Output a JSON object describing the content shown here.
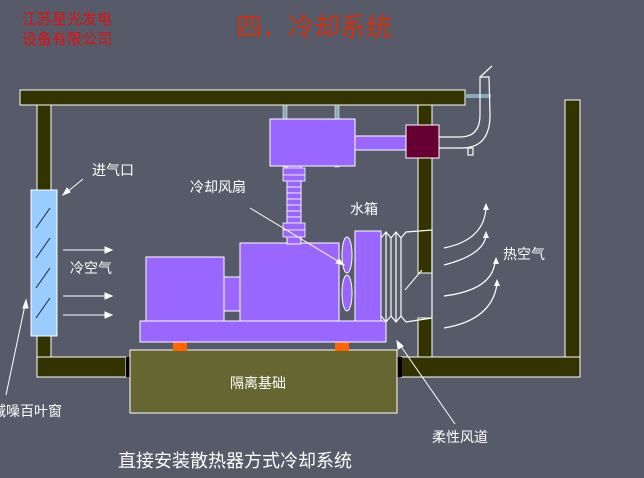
{
  "company": {
    "line1": "江苏星光发电",
    "line2": "设备有限公司"
  },
  "title": "四．冷却系统",
  "labels": {
    "air_inlet": "进气口",
    "cooling_fan": "冷却风扇",
    "water_tank": "水箱",
    "cold_air": "冷空气",
    "hot_air": "热空气",
    "isolation_foundation": "隔离基础",
    "flexible_duct": "柔性风道",
    "noise_louver": "减噪百叶窗"
  },
  "caption": "直接安装散热器方式冷却系统",
  "colors": {
    "background": "#575a68",
    "beam": "#333300",
    "equipment": "#9966ff",
    "foundation": "#666633",
    "louver": "#99ccff",
    "pads": "#ff6600",
    "silencer_joint": "#660033",
    "company_text": "#dd1111",
    "title_text": "#cc3311"
  }
}
